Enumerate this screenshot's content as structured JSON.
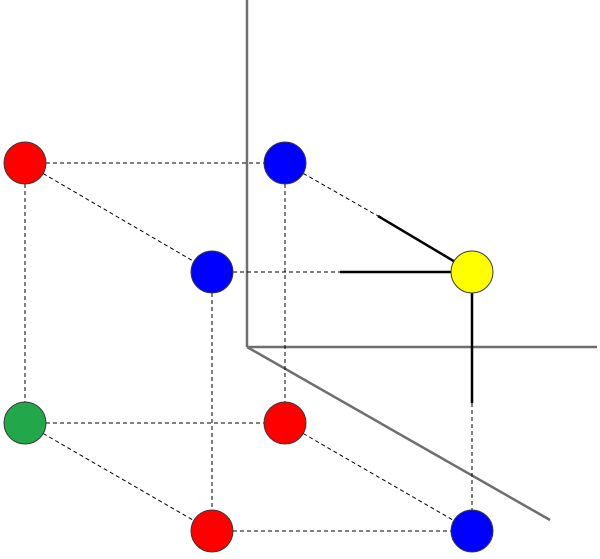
{
  "diagram": {
    "kind": "cube-vertex-lattice",
    "colors": {
      "red": "#ff0000",
      "blue": "#0000ff",
      "green": "#22a84a",
      "yellow": "#ffff00",
      "axis": "#6e6e6e",
      "edge": "#000000"
    },
    "vertices": [
      {
        "id": "top-back-left",
        "color": "red"
      },
      {
        "id": "top-back-right",
        "color": "blue"
      },
      {
        "id": "top-front-left",
        "color": "blue"
      },
      {
        "id": "top-front-right",
        "color": "yellow"
      },
      {
        "id": "bottom-back-left",
        "color": "green"
      },
      {
        "id": "bottom-back-right",
        "color": "red"
      },
      {
        "id": "bottom-front-left",
        "color": "red"
      },
      {
        "id": "bottom-front-right",
        "color": "blue"
      }
    ],
    "solid_edges_to": "top-front-right"
  }
}
